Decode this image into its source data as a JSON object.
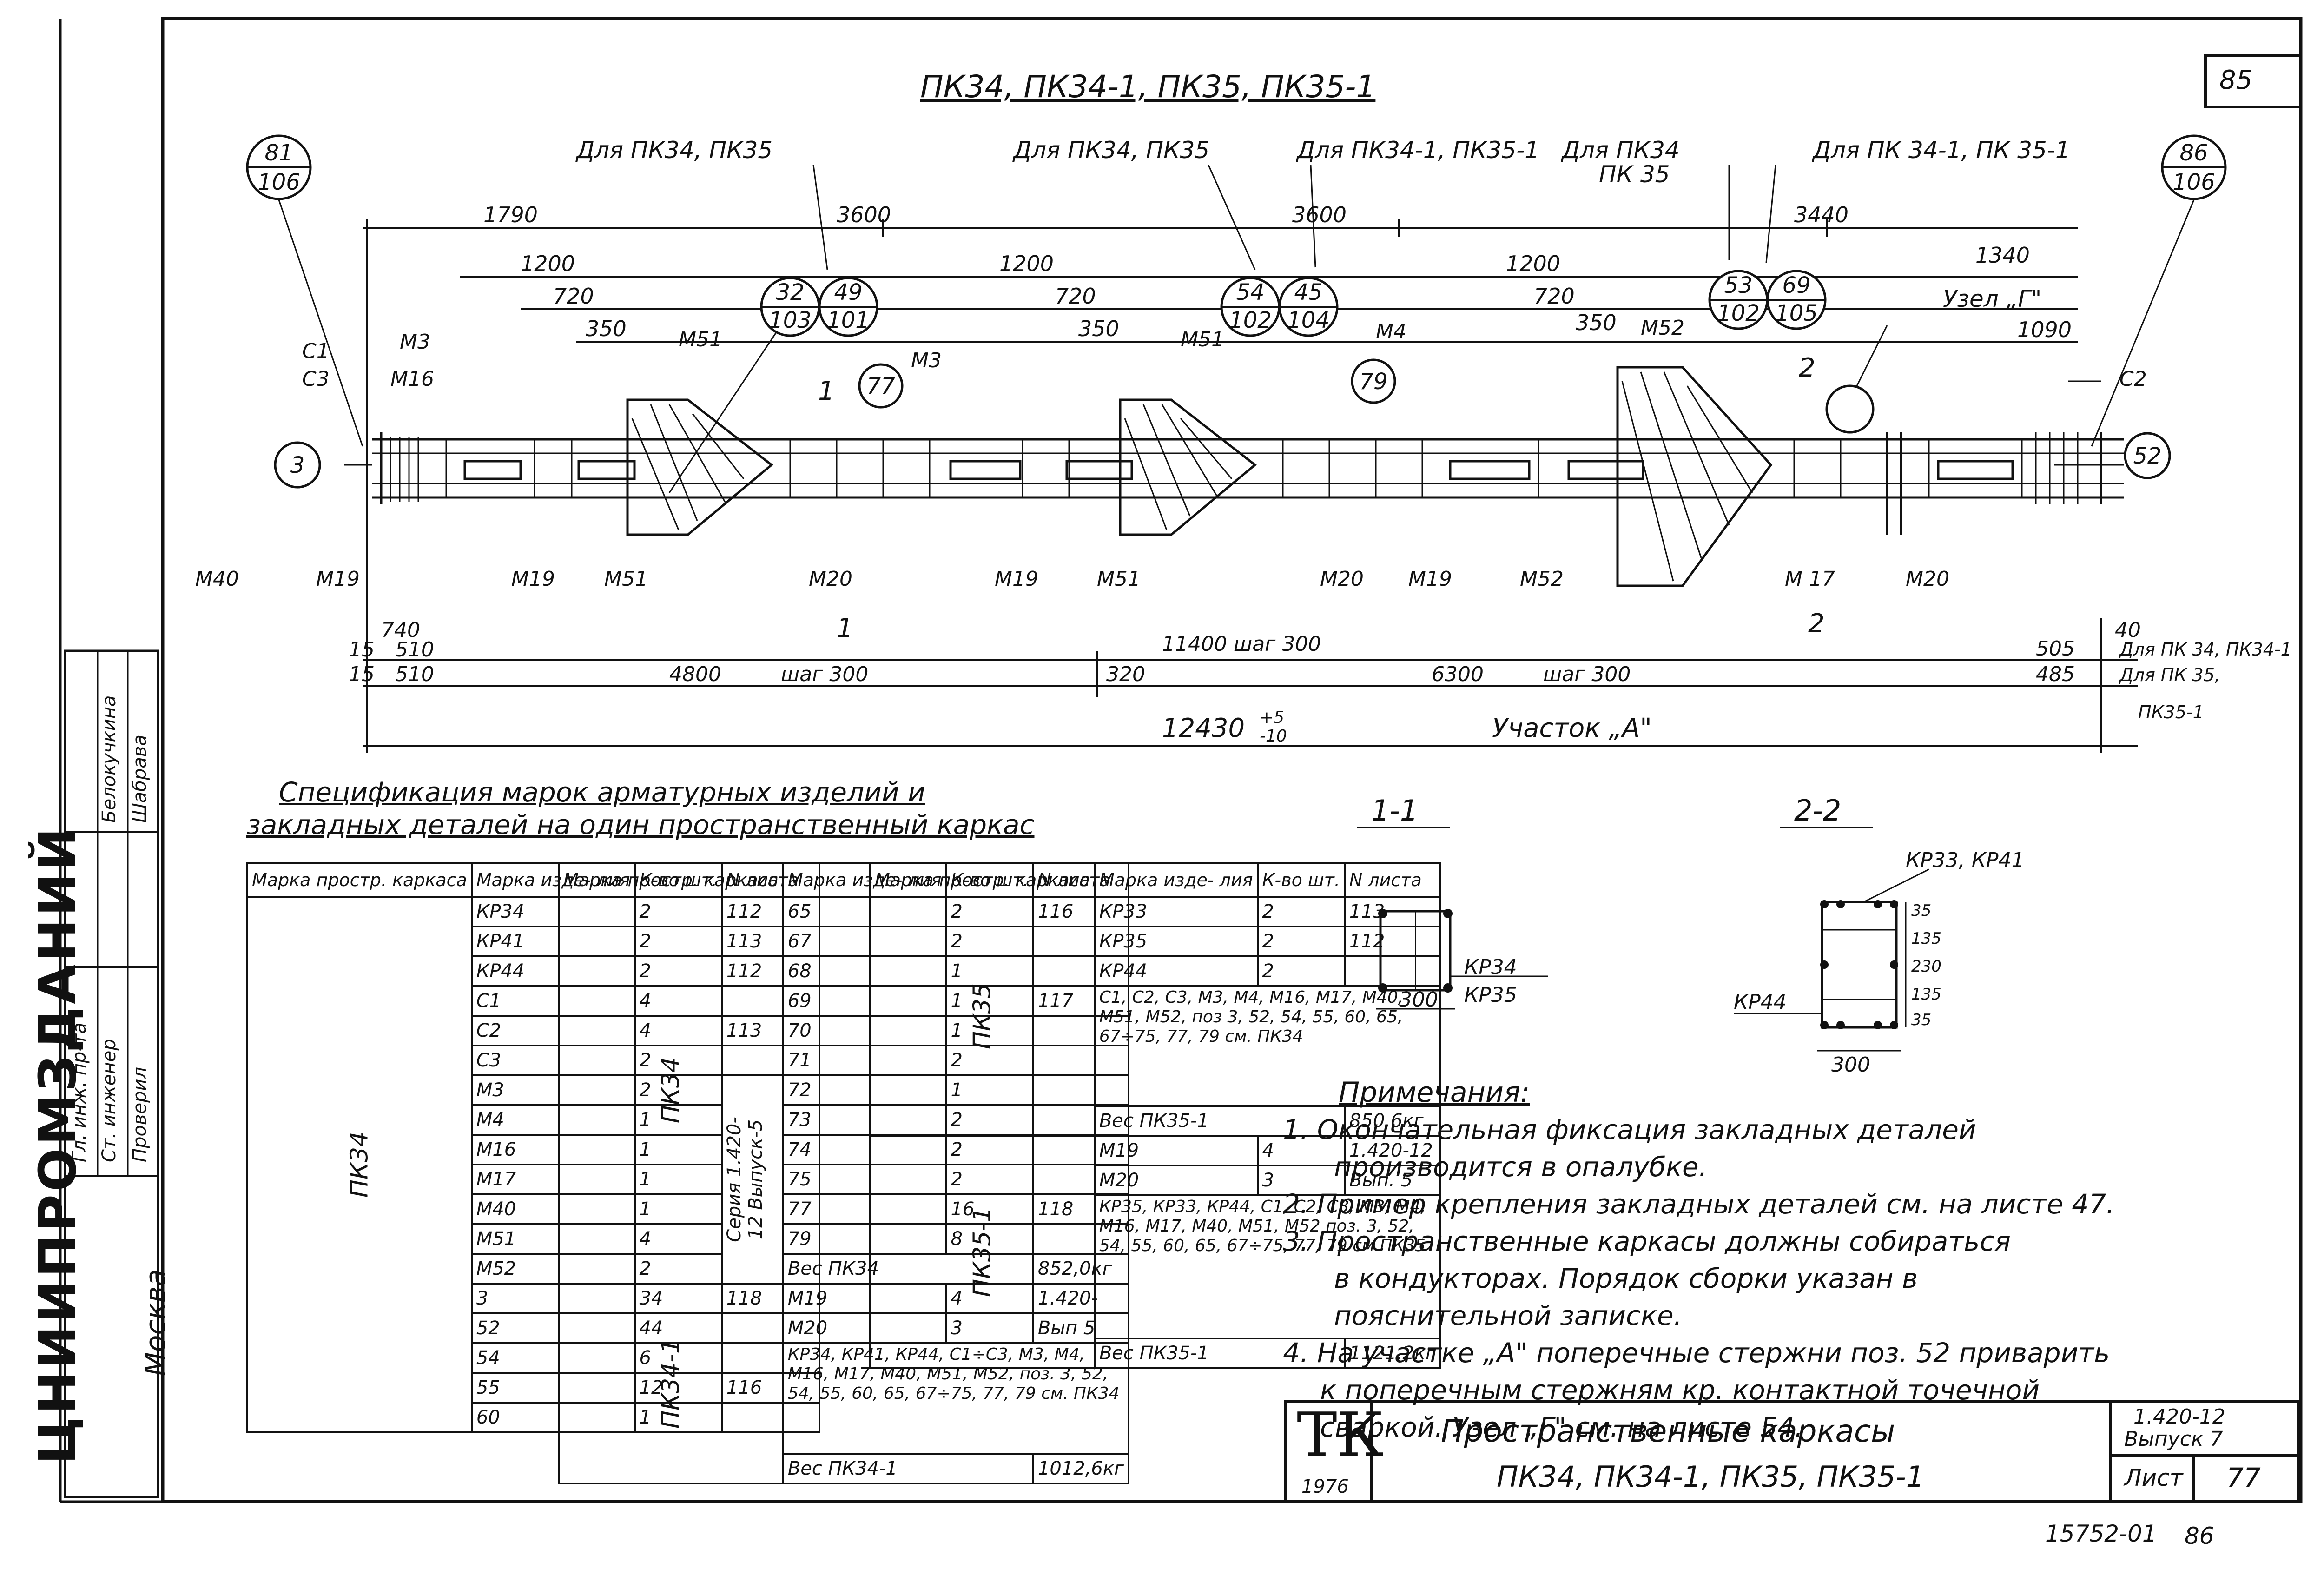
{
  "sheet": {
    "page_number": "85",
    "title": "ПК34, ПК34-1, ПК35, ПК35-1",
    "footer_code": "15752-01",
    "footer_page": "86"
  },
  "side_block": {
    "org": "ЦНИИПРОМЗДАНИЙ",
    "city": "Москва",
    "roles": [
      "Гл. инж. пр-та",
      "Ст. инженер",
      "Проверил"
    ],
    "names": [
      "Белокучкина",
      "Шабрава"
    ]
  },
  "drawing": {
    "callouts": [
      {
        "top": "81",
        "bottom": "106"
      },
      {
        "top": "32",
        "bottom": "103"
      },
      {
        "top": "49",
        "bottom": "101"
      },
      {
        "top": "54",
        "bottom": "102"
      },
      {
        "top": "45",
        "bottom": "104"
      },
      {
        "top": "53",
        "bottom": "102"
      },
      {
        "top": "69",
        "bottom": "105"
      },
      {
        "top": "86",
        "bottom": "106"
      }
    ],
    "circles": [
      "3",
      "77",
      "79",
      "52"
    ],
    "leader_notes": [
      "Для ПК34, ПК35",
      "Для ПК34, ПК35",
      "Для ПК34-1, ПК35-1",
      "Для ПК34",
      "ПК 35",
      "Для ПК 34-1, ПК 35-1",
      "Узел „Г\""
    ],
    "marks": [
      "С1",
      "С3",
      "М16",
      "М3",
      "М51",
      "М3",
      "М51",
      "М4",
      "М52",
      "С2",
      "М40",
      "М19",
      "М19",
      "М51",
      "М20",
      "М19",
      "М51",
      "М20",
      "М19",
      "М52",
      "М 17",
      "М20"
    ],
    "section_marks": [
      "1",
      "1",
      "2",
      "2"
    ],
    "dims_top": [
      "1790",
      "3600",
      "3600",
      "3440",
      "1200",
      "1200",
      "1200",
      "1340",
      "720",
      "720",
      "720",
      "1090",
      "350",
      "350",
      "350"
    ],
    "dims_bottom": [
      "740",
      "15",
      "510",
      "15",
      "510",
      "4800",
      "шаг 300",
      "11400 шаг 300",
      "320",
      "6300",
      "шаг 300",
      "40",
      "505",
      "485",
      "Для ПК 34, ПК34-1",
      "Для ПК 35,",
      "ПК35-1"
    ],
    "overall": "12430",
    "tol_plus": "+5",
    "tol_minus": "-10",
    "zone": "Участок „А\""
  },
  "spec": {
    "title_line1": "Спецификация марок арматурных изделий и",
    "title_line2": "закладных деталей на один пространственный каркас",
    "headers": [
      "Марка простр. каркаса",
      "Марка изде- лия",
      "К-во шт.",
      "N листа"
    ],
    "t1": {
      "frame": "ПК34",
      "series_note": "Серия 1.420-12 Выпуск-5",
      "rows": [
        [
          "КР34",
          "2",
          "112"
        ],
        [
          "КР41",
          "2",
          "113"
        ],
        [
          "КР44",
          "2",
          "112"
        ],
        [
          "С1",
          "4",
          ""
        ],
        [
          "С2",
          "4",
          "113"
        ],
        [
          "С3",
          "2",
          ""
        ],
        [
          "М3",
          "2",
          ""
        ],
        [
          "М4",
          "1",
          ""
        ],
        [
          "М16",
          "1",
          ""
        ],
        [
          "М17",
          "1",
          ""
        ],
        [
          "М40",
          "1",
          ""
        ],
        [
          "М51",
          "4",
          ""
        ],
        [
          "М52",
          "2",
          ""
        ],
        [
          "3",
          "34",
          "118"
        ],
        [
          "52",
          "44",
          ""
        ],
        [
          "54",
          "6",
          ""
        ],
        [
          "55",
          "12",
          "116"
        ],
        [
          "60",
          "1",
          ""
        ]
      ]
    },
    "t2": {
      "frame_a": "ПК34",
      "rows_a": [
        [
          "65",
          "2",
          "116"
        ],
        [
          "67",
          "2",
          ""
        ],
        [
          "68",
          "1",
          ""
        ],
        [
          "69",
          "1",
          "117"
        ],
        [
          "70",
          "1",
          ""
        ],
        [
          "71",
          "2",
          ""
        ],
        [
          "72",
          "1",
          ""
        ],
        [
          "73",
          "2",
          ""
        ],
        [
          "74",
          "2",
          ""
        ],
        [
          "75",
          "2",
          ""
        ],
        [
          "77",
          "16",
          "118"
        ],
        [
          "79",
          "8",
          ""
        ]
      ],
      "weight_a": [
        "Вес ПК34",
        "852,0кг"
      ],
      "frame_b": "ПК34-1",
      "rows_b": [
        [
          "М19",
          "4",
          "1.420-"
        ],
        [
          "М20",
          "3",
          "Вып 5"
        ]
      ],
      "text_b": "КР34, КР41, КР44, С1÷С3, М3, М4, М16, М17, М40, М51, М52, поз. 3, 52, 54, 55, 60, 65, 67÷75, 77, 79 см. ПК34",
      "weight_b": [
        "Вес ПК34-1",
        "1012,6кг"
      ]
    },
    "t3": {
      "frame_a": "ПК35",
      "rows_a": [
        [
          "КР33",
          "2",
          "113"
        ],
        [
          "КР35",
          "2",
          "112"
        ],
        [
          "КР44",
          "2",
          ""
        ]
      ],
      "text_a": "С1, С2, С3, М3, М4, М16, М17, М40, М51, М52, поз 3, 52, 54, 55, 60, 65, 67÷75, 77, 79 см. ПК34",
      "weight_a": [
        "Вес ПК35-1",
        "850,6кг"
      ],
      "rows_b": [
        [
          "М19",
          "4",
          "1.420-12"
        ],
        [
          "М20",
          "3",
          "Вып. 5"
        ]
      ],
      "frame_b": "ПК35-1",
      "text_b": "КР35, КР33, КР44, С1, С2, С3, М3, М4, М16, М17, М40, М51, М52 поз. 3, 52, 54, 55, 60, 65, 67÷75, 77, 79 см ПК35",
      "weight_b": [
        "Вес ПК35-1",
        "1121,2кг"
      ]
    }
  },
  "sections": {
    "s1": {
      "label": "1-1",
      "width": "300",
      "bars": [
        "КР34",
        "КР35"
      ]
    },
    "s2": {
      "label": "2-2",
      "width": "300",
      "top_bars": "КР33, КР41",
      "side_bar": "КР44",
      "dims": [
        "35",
        "135",
        "230",
        "135",
        "35"
      ]
    }
  },
  "notes": {
    "title": "Примечания:",
    "items": [
      "1. Окончательная фиксация закладных деталей",
      "производится в опалубке.",
      "2. Пример крепления закладных деталей см. на листе 47.",
      "3. Пространственные каркасы должны собираться",
      "в кондукторах. Порядок сборки указан в",
      "пояснительной записке.",
      "4. На участке „А\" поперечные стержни поз. 52 приварить",
      "к поперечным стержням кр. контактной точечной",
      "сваркой. Узел „Г\" см. на листе 54."
    ]
  },
  "title_block": {
    "logo": "ТК",
    "year": "1976",
    "line1": "Пространственные каркасы",
    "line2": "ПК34, ПК34-1, ПК35, ПК35-1",
    "series": "1.420-12",
    "issue": "Выпуск 7",
    "sheet_label": "Лист",
    "sheet_no": "77"
  }
}
